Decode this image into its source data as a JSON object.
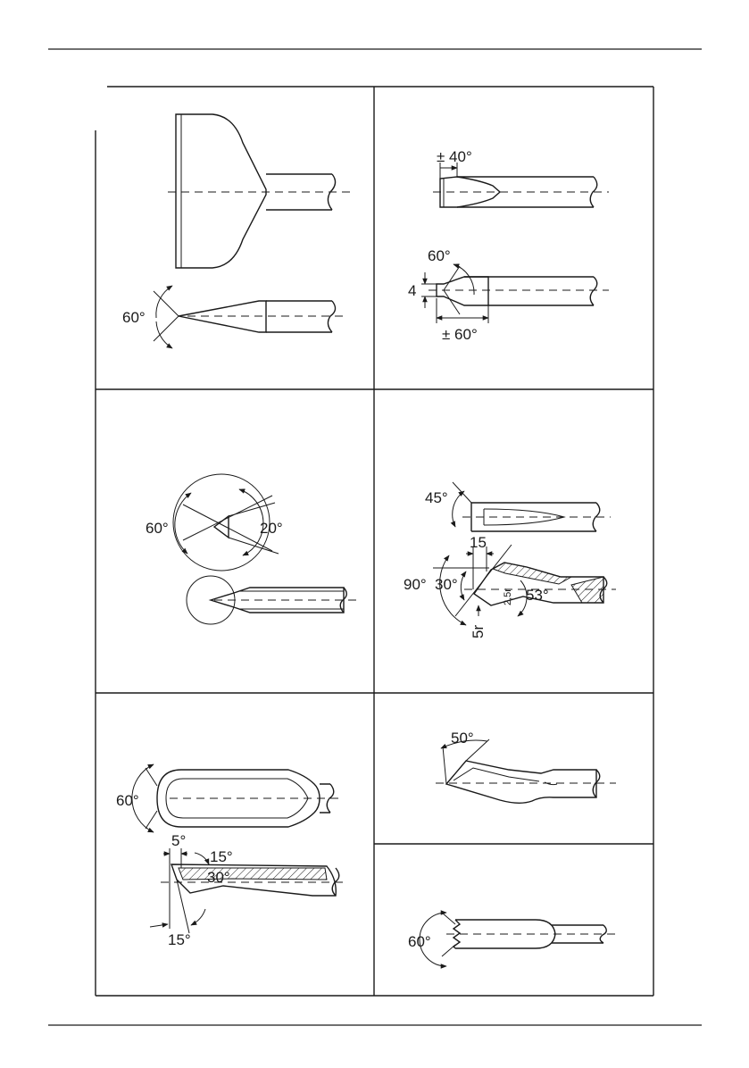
{
  "cells": {
    "c1": {
      "angle": "60°"
    },
    "c2": {
      "angle_top": "± 40°",
      "angle_mid": "60°",
      "dim": "4",
      "angle_bottom": "± 60°"
    },
    "c3": {
      "angle_left": "60°",
      "angle_right": "20°"
    },
    "c4": {
      "angle_top": "45°",
      "dim_15": "15",
      "angle_90": "90°",
      "angle_30": "30°",
      "radius_small": "2,5r",
      "angle_53": "53°",
      "radius_5r": "5r"
    },
    "c5": {
      "angle_60": "60°",
      "angle_5": "5°",
      "angle_15_top": "15°",
      "angle_30": "30°",
      "angle_15_bottom": "15°"
    },
    "c6": {
      "angle": "50°"
    },
    "c7": {
      "angle": "60°"
    }
  }
}
